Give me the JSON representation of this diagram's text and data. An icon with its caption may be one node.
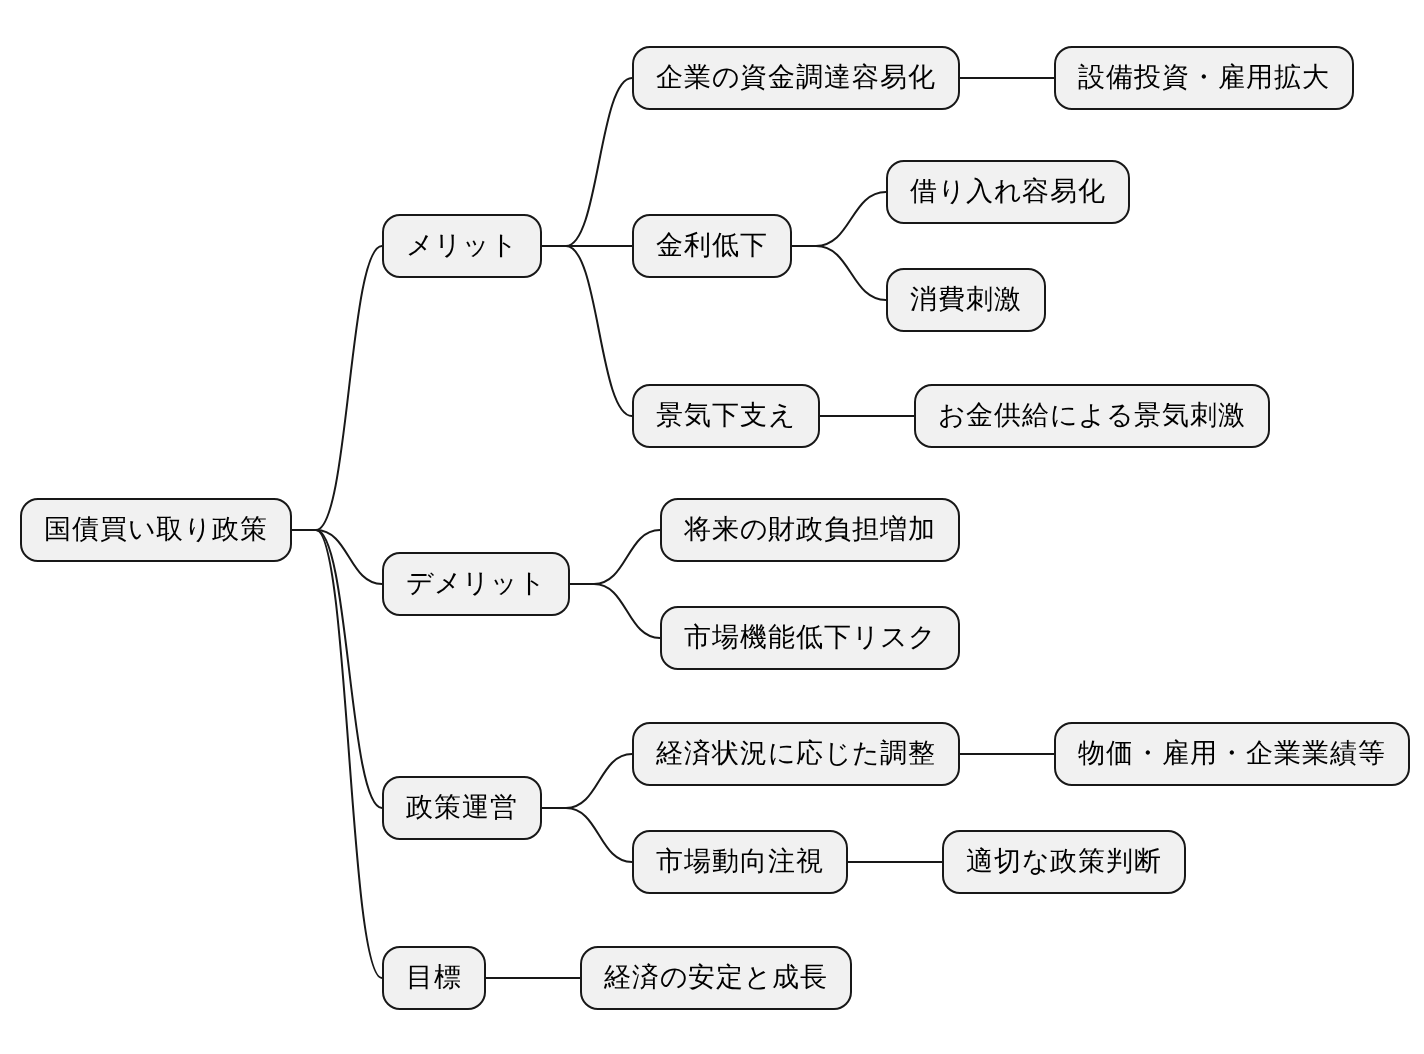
{
  "diagram": {
    "nodes": [
      {
        "text": [
          "国債買い取り政策"
        ]
      },
      {
        "text": [
          "メリット"
        ]
      },
      {
        "text": [
          "企業の資金調達容易化"
        ]
      },
      {
        "text": [
          "設備投資・雇用拡大"
        ]
      },
      {
        "text": [
          "金利低下"
        ]
      },
      {
        "text": [
          "借り入れ容易化"
        ]
      },
      {
        "text": [
          "消費刺激"
        ]
      },
      {
        "text": [
          "景気下支え"
        ]
      },
      {
        "text": [
          "お金供給による景気刺激"
        ]
      },
      {
        "text": [
          "デメリット"
        ]
      },
      {
        "text": [
          "将来の財政負担増加"
        ]
      },
      {
        "text": [
          "市場機能低下リスク"
        ]
      },
      {
        "text": [
          "政策運営"
        ]
      },
      {
        "text": [
          "経済状況に応じた調整"
        ]
      },
      {
        "text": [
          "物価・雇用・企業業績等"
        ]
      },
      {
        "text": [
          "市場動向注視"
        ]
      },
      {
        "text": [
          "適切な政策判断"
        ]
      },
      {
        "text": [
          "目標"
        ]
      },
      {
        "text": [
          "経済の安定と成長"
        ]
      }
    ],
    "edges": [
      {
        "from": 0,
        "to": 1,
        "arrow": "none"
      },
      {
        "from": 1,
        "to": 2,
        "arrow": "none"
      },
      {
        "from": 2,
        "to": 3,
        "arrow": "none"
      },
      {
        "from": 1,
        "to": 4,
        "arrow": "none"
      },
      {
        "from": 4,
        "to": 5,
        "arrow": "none"
      },
      {
        "from": 4,
        "to": 6,
        "arrow": "none"
      },
      {
        "from": 1,
        "to": 7,
        "arrow": "none"
      },
      {
        "from": 7,
        "to": 8,
        "arrow": "none"
      },
      {
        "from": 0,
        "to": 9,
        "arrow": "none"
      },
      {
        "from": 9,
        "to": 10,
        "arrow": "none"
      },
      {
        "from": 9,
        "to": 11,
        "arrow": "none"
      },
      {
        "from": 0,
        "to": 12,
        "arrow": "none"
      },
      {
        "from": 12,
        "to": 13,
        "arrow": "none"
      },
      {
        "from": 13,
        "to": 14,
        "arrow": "none"
      },
      {
        "from": 12,
        "to": 15,
        "arrow": "none"
      },
      {
        "from": 15,
        "to": 16,
        "arrow": "none"
      },
      {
        "from": 0,
        "to": 17,
        "arrow": "none"
      },
      {
        "from": 17,
        "to": 18,
        "arrow": "none"
      }
    ]
  }
}
